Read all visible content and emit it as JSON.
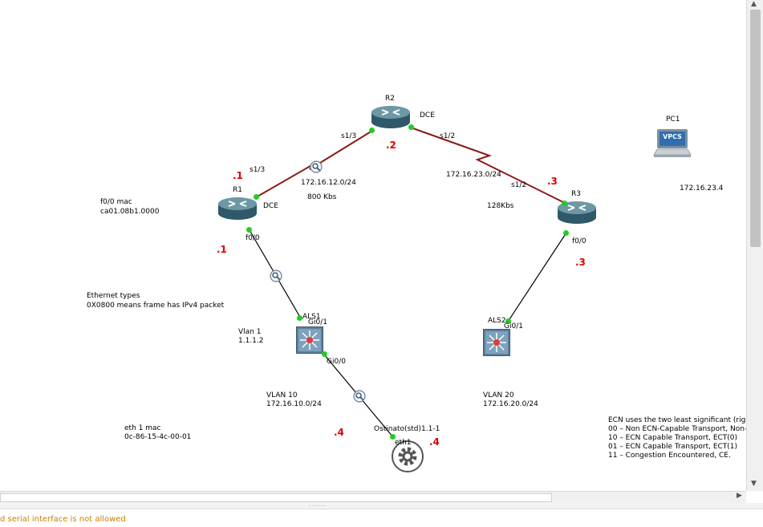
{
  "nodes": {
    "r1": {
      "name": "R1"
    },
    "r2": {
      "name": "R2"
    },
    "r3": {
      "name": "R3"
    },
    "pc1": {
      "name": "PC1",
      "badge": "VPCS"
    },
    "als1": {
      "name": "ALS1"
    },
    "als2": {
      "name": "ALS2"
    },
    "ostinato": {
      "name": "Ostinato(std)1.1-1"
    }
  },
  "links": {
    "r1_r2": {
      "r1_port": "s1/3",
      "r2_port": "s1/3",
      "subnet": "172.16.12.0/24",
      "bandwidth": "800 Kbs",
      "dce": "DCE"
    },
    "r2_r3": {
      "r2_port": "s1/2",
      "r3_port": "s1/2",
      "subnet": "172.16.23.0/24",
      "bandwidth": "128Kbs",
      "dce": "DCE"
    },
    "r1_als1": {
      "r1_port": "f0/0",
      "als1_port": "Gi0/1"
    },
    "r3_als2": {
      "r3_port": "f0/0",
      "als2_port": "Gi0/1"
    },
    "als1_ostinato": {
      "als1_port": "Gi0/0",
      "ostinato_port": "eth1"
    }
  },
  "host_octets": {
    "r1_serial": ".1",
    "r1_fa": ".1",
    "r2_serial": ".2",
    "r3_serial": ".3",
    "r3_fa": ".3",
    "vlan10_host": ".4",
    "ostinato": ".4"
  },
  "notes": {
    "r1_mac_title": "f0/0 mac",
    "r1_mac_value": "ca01.08b1.0000",
    "ethernet_title": "Ethernet types",
    "ethernet_value": "0X0800 means frame has IPv4 packet",
    "vlan1_title": "Vlan 1",
    "vlan1_value": "1.1.1.2",
    "vlan10_title": "VLAN 10",
    "vlan10_value": "172.16.10.0/24",
    "vlan20_title": "VLAN 20",
    "vlan20_value": "172.16.20.0/24",
    "eth1_mac_title": "eth 1 mac",
    "eth1_mac_value": "0c-86-15-4c-00-01",
    "pc1_ip": "172.16.23.4",
    "ecn_lines": [
      "ECN uses the two least significant (rig",
      "00 – Non ECN-Capable Transport, Non-",
      "10 – ECN Capable Transport, ECT(0)",
      "01 – ECN Capable Transport, ECT(1)",
      "11 – Congestion Encountered, CE."
    ]
  },
  "status_bar": {
    "text": "d serial interface is not allowed"
  },
  "colors": {
    "serial_link": "#8b1a1a",
    "ethernet_link": "#000000",
    "link_status_up": "#22cc22",
    "host_octet": "#e00000",
    "status_text": "#d08000"
  }
}
